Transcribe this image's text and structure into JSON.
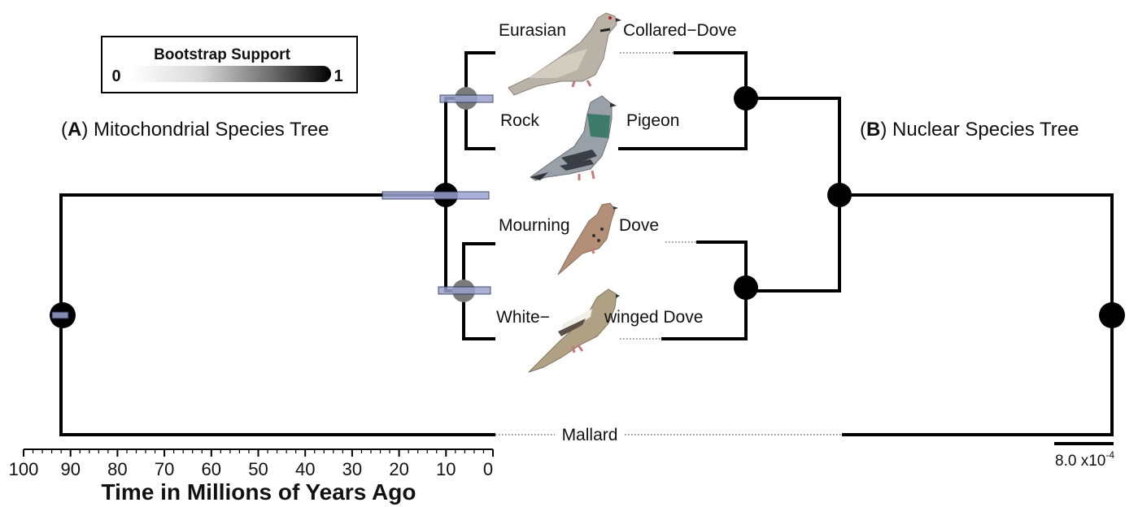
{
  "legend": {
    "title": "Bootstrap Support",
    "min_label": "0",
    "max_label": "1"
  },
  "panel_a": {
    "letter": "A",
    "title": "Mitochondrial Species Tree"
  },
  "panel_b": {
    "letter": "B",
    "title": "Nuclear Species Tree"
  },
  "taxa": [
    {
      "left": "Eurasian",
      "right": "Collared−Dove",
      "illustration": "eurasian-collared-dove"
    },
    {
      "left": "Rock",
      "right": "Pigeon",
      "illustration": "rock-pigeon"
    },
    {
      "left": "Mourning",
      "right": "Dove",
      "illustration": "mourning-dove"
    },
    {
      "left": "White−",
      "right": "winged Dove",
      "illustration": "white-winged-dove"
    },
    {
      "left": "Mallard",
      "right": "",
      "illustration": ""
    }
  ],
  "time_axis": {
    "title": "Time in Millions of Years Ago",
    "ticks": [
      "100",
      "90",
      "80",
      "70",
      "60",
      "50",
      "40",
      "30",
      "20",
      "10",
      "0"
    ]
  },
  "scale_bar": {
    "base": "8.0 x10",
    "exponent": "-4"
  },
  "node_support": {
    "mito_outgroup_split": 1.0,
    "mito_ingroup_split": 1.0,
    "mito_collared_rock": 0.55,
    "mito_mourning_whitewinged": 0.55,
    "nuc_collared_rock": 1.0,
    "nuc_mourning_whitewinged": 1.0,
    "nuc_ingroup_split": 1.0,
    "nuc_outgroup_split": 1.0
  },
  "colors": {
    "branch": "#000000",
    "confidence_bar": "#9aa3cf",
    "support_low": "#ffffff",
    "support_high": "#000000"
  }
}
